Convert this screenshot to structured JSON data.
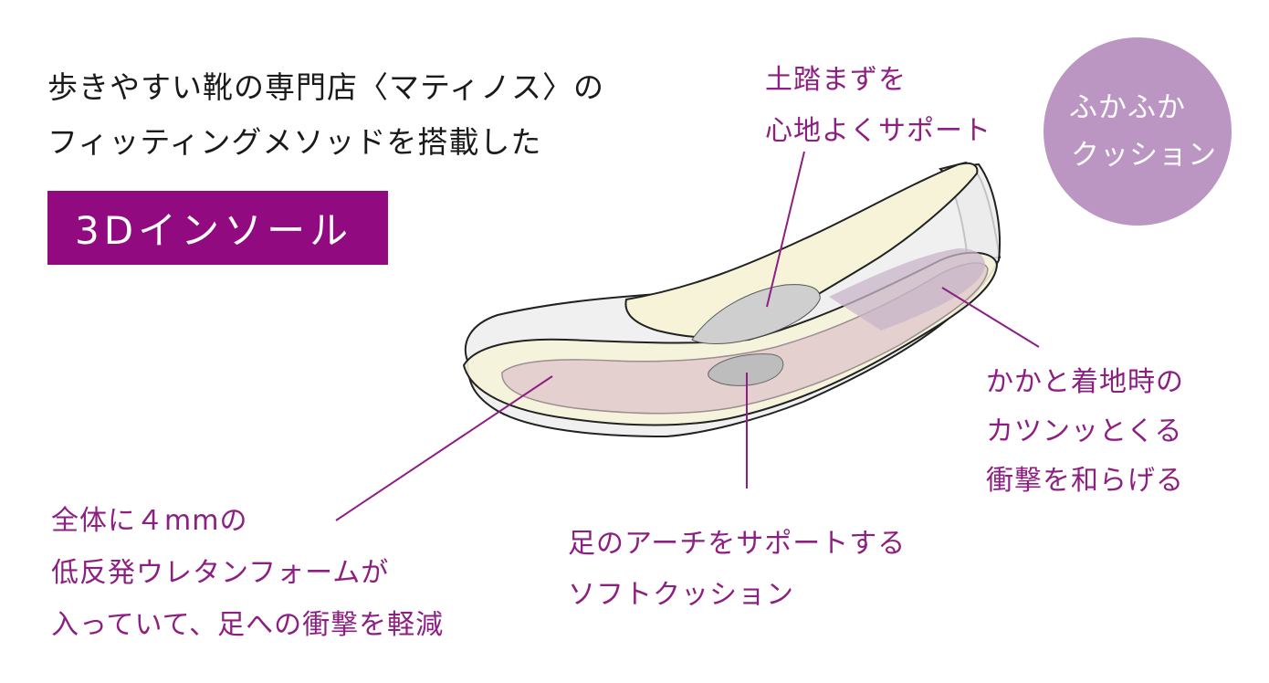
{
  "heading": {
    "line1": "歩きやすい靴の専門店〈マティノス〉の",
    "line2": "フィッティングメソッドを搭載した"
  },
  "badge": {
    "label": "3Dインソール"
  },
  "circle": {
    "line1": "ふかふか",
    "line2": "クッション"
  },
  "callouts": {
    "arch_top": {
      "line1": "土踏まずを",
      "line2": "心地よくサポート"
    },
    "heel": {
      "line1": "かかと着地時の",
      "line2": "カツンッとくる",
      "line3": "衝撃を和らげる"
    },
    "arch": {
      "line1": "足のアーチをサポートする",
      "line2": "ソフトクッション"
    },
    "urethane": {
      "line1": "全体に４mmの",
      "line2": "低反発ウレタンフォームが",
      "line3": "入っていて、足への衝撃を軽減"
    }
  },
  "colors": {
    "accent": "#920a7f",
    "callout_text": "#8d1f82",
    "circle": "#bc96c3",
    "insole_cream": "#f6f3d9",
    "foam_pink": "#e1c9cd",
    "heel_pad": "#c8b5c9",
    "arch_pad": "#cfcfcf"
  }
}
